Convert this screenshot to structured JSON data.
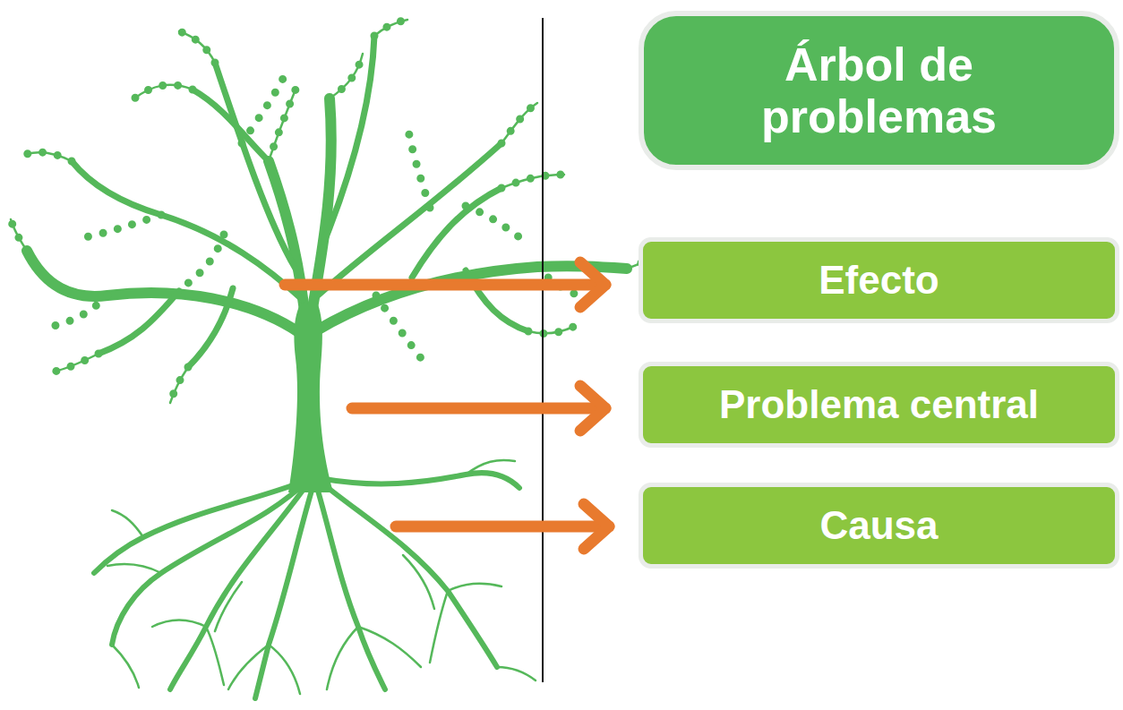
{
  "diagram": {
    "title": "Árbol de problemas",
    "nodes": [
      {
        "text": [
          "Efecto"
        ]
      },
      {
        "text": [
          "Problema central"
        ]
      },
      {
        "text": [
          "Causa"
        ]
      }
    ]
  }
}
